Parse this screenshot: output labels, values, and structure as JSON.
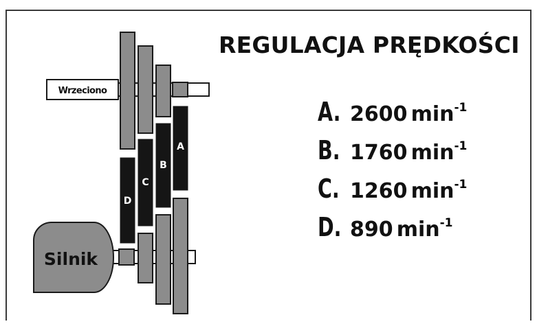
{
  "title": "REGULACJA PRĘDKOŚCI",
  "diagram": {
    "spindle_label": "Wrzeciono",
    "motor_label": "Silnik",
    "belt_labels": [
      "A",
      "B",
      "C",
      "D"
    ]
  },
  "speeds": [
    {
      "letter": "A.",
      "value": "2600",
      "unit": "min",
      "exponent": "-1"
    },
    {
      "letter": "B.",
      "value": "1760",
      "unit": "min",
      "exponent": "-1"
    },
    {
      "letter": "C.",
      "value": "1260",
      "unit": "min",
      "exponent": "-1"
    },
    {
      "letter": "D.",
      "value": "890",
      "unit": "min",
      "exponent": "-1"
    }
  ],
  "colors": {
    "pulley": "#8c8c8c",
    "belt": "#151515",
    "motor": "#8c8c8c",
    "outline": "#1a1a1a"
  }
}
